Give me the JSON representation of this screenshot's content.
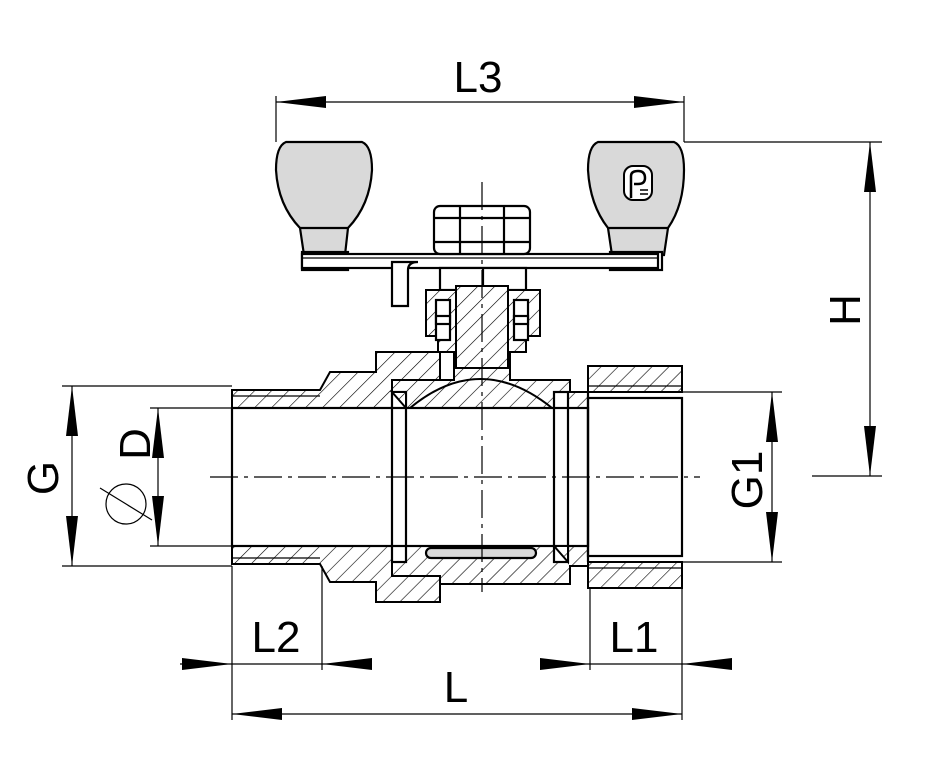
{
  "labels": {
    "L3": "L3",
    "H": "H",
    "G": "G",
    "D": "D",
    "G1": "G1",
    "L2": "L2",
    "L1": "L1",
    "L": "L"
  },
  "colors": {
    "line": "#000000",
    "handle_fill": "#d9d9d9",
    "background": "#ffffff"
  },
  "icons": {
    "diameter_symbol": "diameter-icon",
    "brand_mark": "brand-logo-icon"
  }
}
